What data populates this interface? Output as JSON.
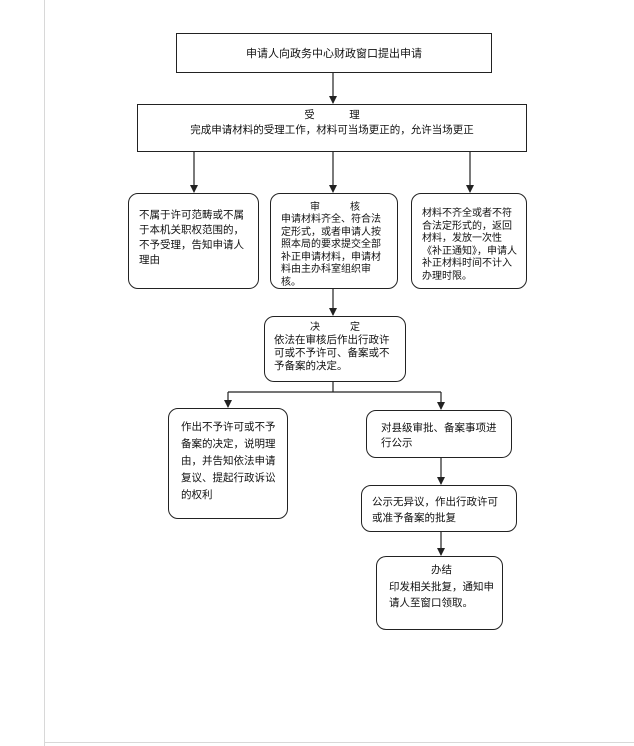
{
  "flow": {
    "apply": {
      "text": "申请人向政务中心财政窗口提出申请"
    },
    "accept": {
      "title": "受　理",
      "body": "完成申请材料的受理工作，材料可当场更正的，允许当场更正"
    },
    "reject": {
      "body": "不属于许可范畴或不属于本机关职权范围的，不予受理，告知申请人理由"
    },
    "review": {
      "title": "审　核",
      "body": "申请材料齐全、符合法定形式，或者申请人按照本局的要求提交全部补正申请材料，申请材料由主办科室组织审核。"
    },
    "incomplete": {
      "body": "材料不齐全或者不符合法定形式的，返回材料，发放一次性《补正通知》，申请人补正材料时间不计入办理时限。"
    },
    "decide": {
      "title": "决　定",
      "body": "依法在审核后作出行政许可或不予许可、备案或不予备案的决定。"
    },
    "not_allow": {
      "body": "作出不予许可或不予备案的决定，说明理由，并告知依法申请复议、提起行政诉讼的权利"
    },
    "publicize": {
      "body": "对县级审批、备案事项进行公示"
    },
    "approve": {
      "body": "公示无异议，作出行政许可或准予备案的批复"
    },
    "finish": {
      "title": "办结",
      "body": "印发相关批复，通知申请人至窗口领取。"
    }
  },
  "colors": {
    "line": "#222222",
    "box_fill": "#ffffff",
    "text": "#111111"
  }
}
